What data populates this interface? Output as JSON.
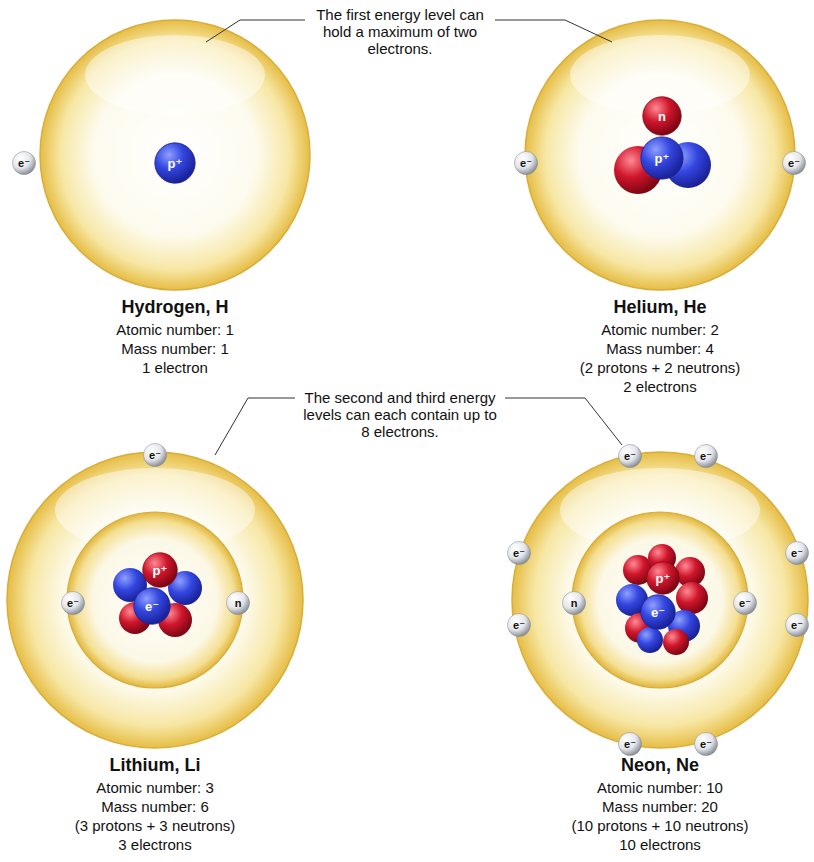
{
  "diagram": {
    "nodes": [
      {
        "text": [
          "p⁺"
        ]
      },
      {
        "text": [
          "e⁻"
        ]
      },
      {
        "text": [
          "n"
        ]
      },
      {
        "text": [
          "p⁺"
        ]
      },
      {
        "text": [
          "e⁻"
        ]
      },
      {
        "text": [
          "e⁻"
        ]
      },
      {
        "text": [
          "e⁻"
        ]
      },
      {
        "text": [
          "e⁻"
        ]
      },
      {
        "text": [
          "n"
        ]
      },
      {
        "text": [
          "p⁺"
        ]
      },
      {
        "text": [
          "e⁻"
        ]
      },
      {
        "text": [
          "e⁻"
        ]
      },
      {
        "text": [
          "e⁻"
        ]
      },
      {
        "text": [
          "e⁻"
        ]
      },
      {
        "text": [
          "e⁻"
        ]
      },
      {
        "text": [
          "n"
        ]
      },
      {
        "text": [
          "p⁺"
        ]
      },
      {
        "text": [
          "e⁻"
        ]
      },
      {
        "text": [
          "e⁻"
        ]
      },
      {
        "text": [
          "e⁻"
        ]
      },
      {
        "text": [
          "e⁻"
        ]
      },
      {
        "text": [
          "e⁻"
        ]
      },
      {
        "text": [
          "e⁻"
        ]
      }
    ],
    "labels": [
      "The first energy level can hold a maximum of two electrons.",
      "Hydrogen, H",
      "Atomic number: 1",
      "Mass number: 1",
      "1 electron",
      "Helium, He",
      "Atomic number: 2",
      "Mass number: 4",
      "(2 protons + 2 neutrons)",
      "2 electrons",
      "The second and third energy levels can each contain up to 8 electrons.",
      "Lithium, Li",
      "Atomic number: 3",
      "Mass number: 6",
      "(3 protons + 3 neutrons)",
      "3 electrons",
      "Neon, Ne",
      "Atomic number: 10",
      "Mass number: 20",
      "(10 protons + 10 neutrons)",
      "10 electrons"
    ]
  }
}
